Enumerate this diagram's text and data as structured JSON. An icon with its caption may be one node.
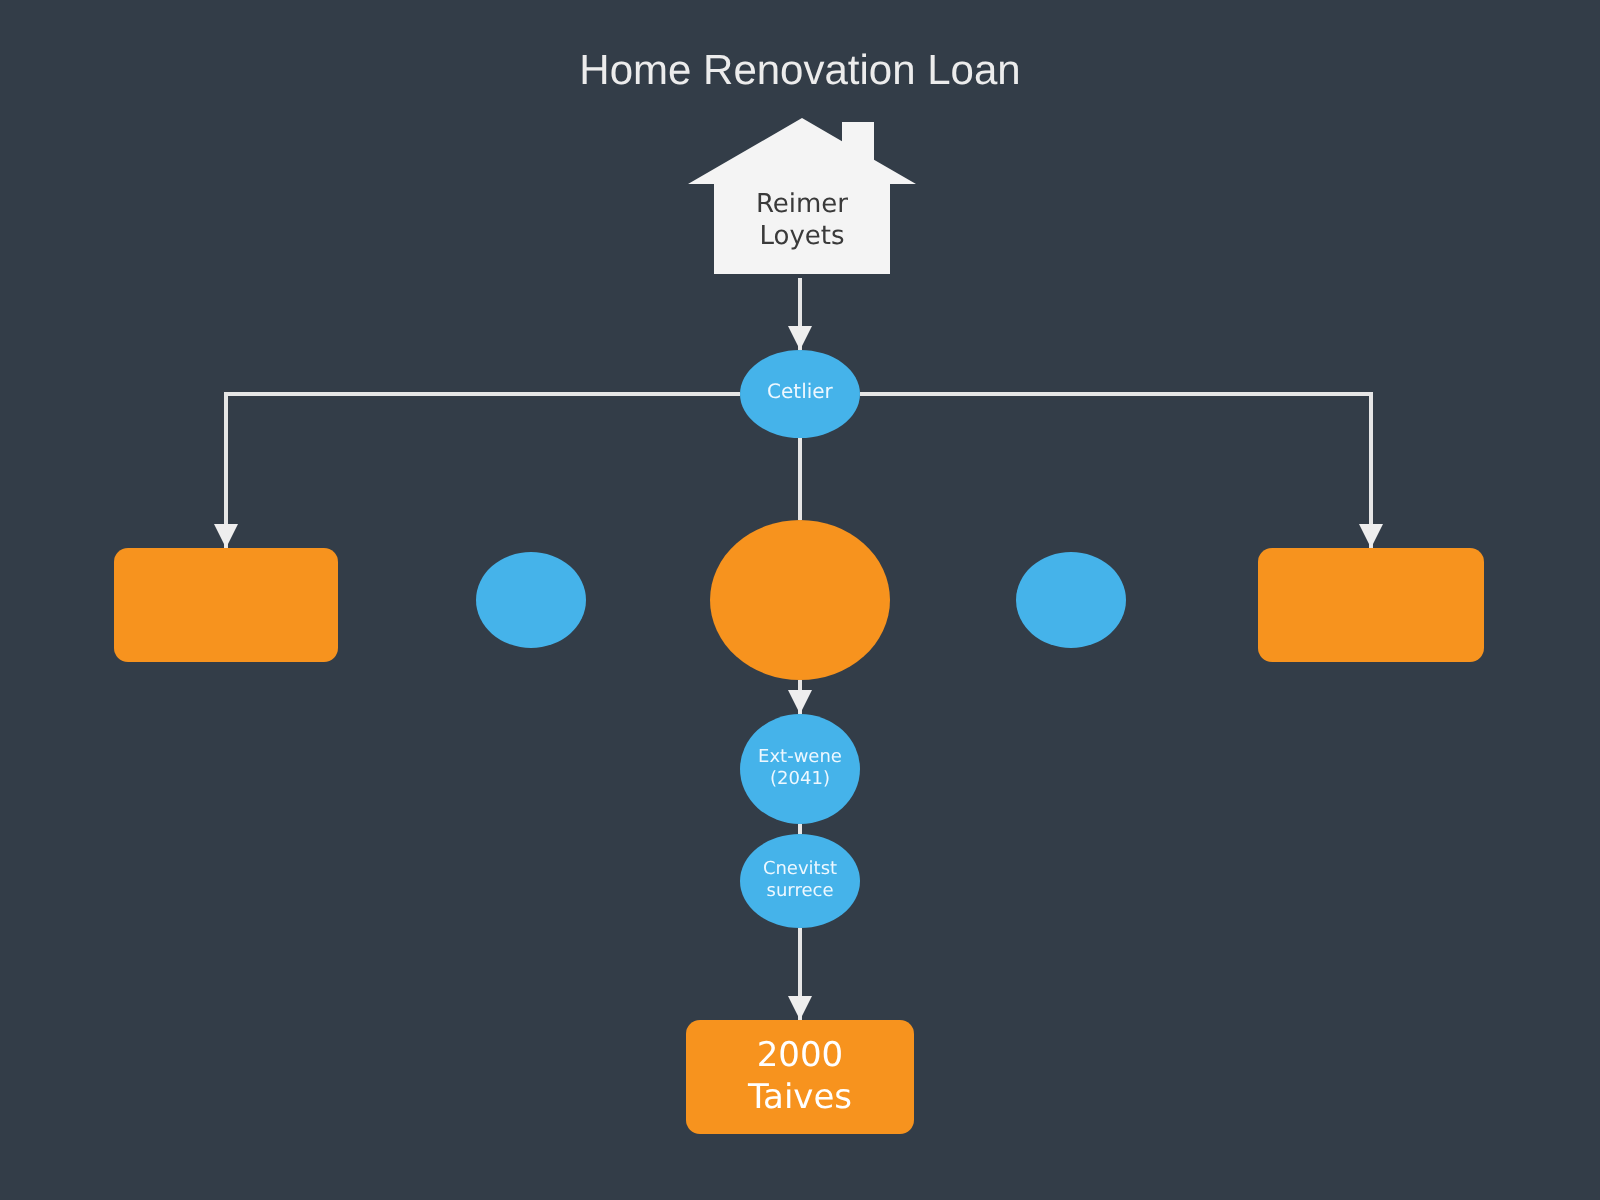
{
  "diagram": {
    "title": "Home Renovation Loan",
    "nodes": [
      {
        "text": [
          "Reimer Loyets"
        ]
      },
      {
        "text": [
          "Cetlier"
        ]
      },
      {
        "text": [],
        "shape": "box"
      },
      {
        "text": [],
        "shape": "circle"
      },
      {
        "text": [],
        "shape": "circle"
      },
      {
        "text": [],
        "shape": "circle"
      },
      {
        "text": [],
        "shape": "box"
      },
      {
        "text": [
          "Ext-wene (2041)"
        ]
      },
      {
        "text": [
          "Cnevitst surrece"
        ]
      },
      {
        "text": [
          "2000 Taives"
        ]
      }
    ],
    "edges": [
      {
        "from": 0,
        "to": 1,
        "arrow": "to"
      },
      {
        "from": 1,
        "to": 2,
        "arrow": "to"
      },
      {
        "from": 1,
        "to": 6,
        "arrow": "to"
      },
      {
        "from": 1,
        "to": 4,
        "arrow": "none"
      },
      {
        "from": 4,
        "to": 7,
        "arrow": "to"
      },
      {
        "from": 7,
        "to": 8,
        "arrow": "none"
      },
      {
        "from": 8,
        "to": 9,
        "arrow": "to"
      }
    ]
  }
}
